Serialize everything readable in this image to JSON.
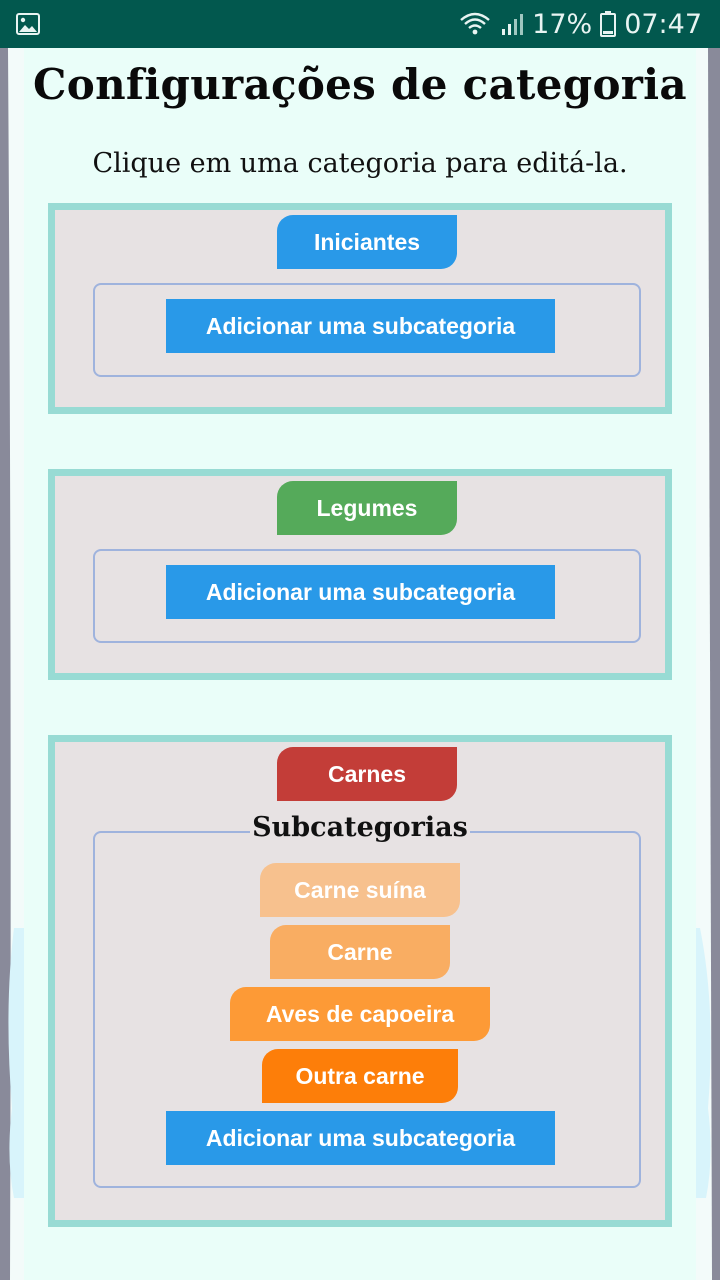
{
  "status_bar": {
    "battery_percent": "17%",
    "time": "07:47",
    "icons": [
      "image-icon",
      "wifi-icon",
      "signal-icon",
      "battery-icon"
    ]
  },
  "page": {
    "title": "Configurações de categoria",
    "subtitle": "Clique em uma categoria para editá-la."
  },
  "categories": [
    {
      "label": "Iniciantes",
      "color": "#2999e8",
      "add_label": "Adicionar uma subcategoria"
    },
    {
      "label": "Legumes",
      "color": "#55aa5a",
      "add_label": "Adicionar uma subcategoria"
    },
    {
      "label": "Carnes",
      "color": "#c33d38",
      "subcategories_legend": "Subcategorias",
      "subcategories": [
        {
          "label": "Carne suína",
          "color": "#f7c18e"
        },
        {
          "label": "Carne",
          "color": "#f9ad62"
        },
        {
          "label": "Aves de capoeira",
          "color": "#fd9a36"
        },
        {
          "label": "Outra carne",
          "color": "#fd7e09"
        }
      ],
      "add_label": "Adicionar uma subcategoria"
    }
  ],
  "colors": {
    "status_bar": "#02584e",
    "panel": "#eafef9",
    "box_border": "#98dbd4",
    "box_fill": "#e7e2e3",
    "add_button": "#2999e8"
  }
}
